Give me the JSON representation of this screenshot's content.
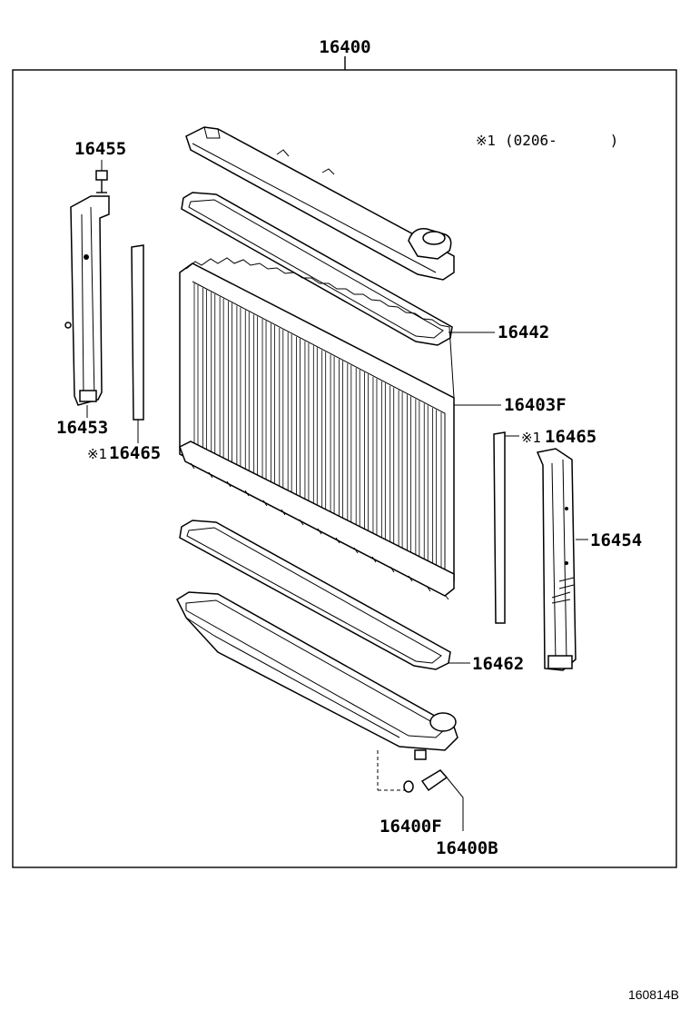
{
  "diagram": {
    "assembly_label": "16400",
    "note": {
      "mark": "※1",
      "text": "(0206-      )"
    },
    "callouts": {
      "p16455": "16455",
      "p16453": "16453",
      "p16465_left": {
        "mark": "※1",
        "text": "16465"
      },
      "p16442": "16442",
      "p16403f": "16403F",
      "p16465_right": {
        "mark": "※1",
        "text": "16465"
      },
      "p16454": "16454",
      "p16462": "16462",
      "p16400f": "16400F",
      "p16400b": "16400B"
    },
    "figure_ref": "160814B"
  }
}
